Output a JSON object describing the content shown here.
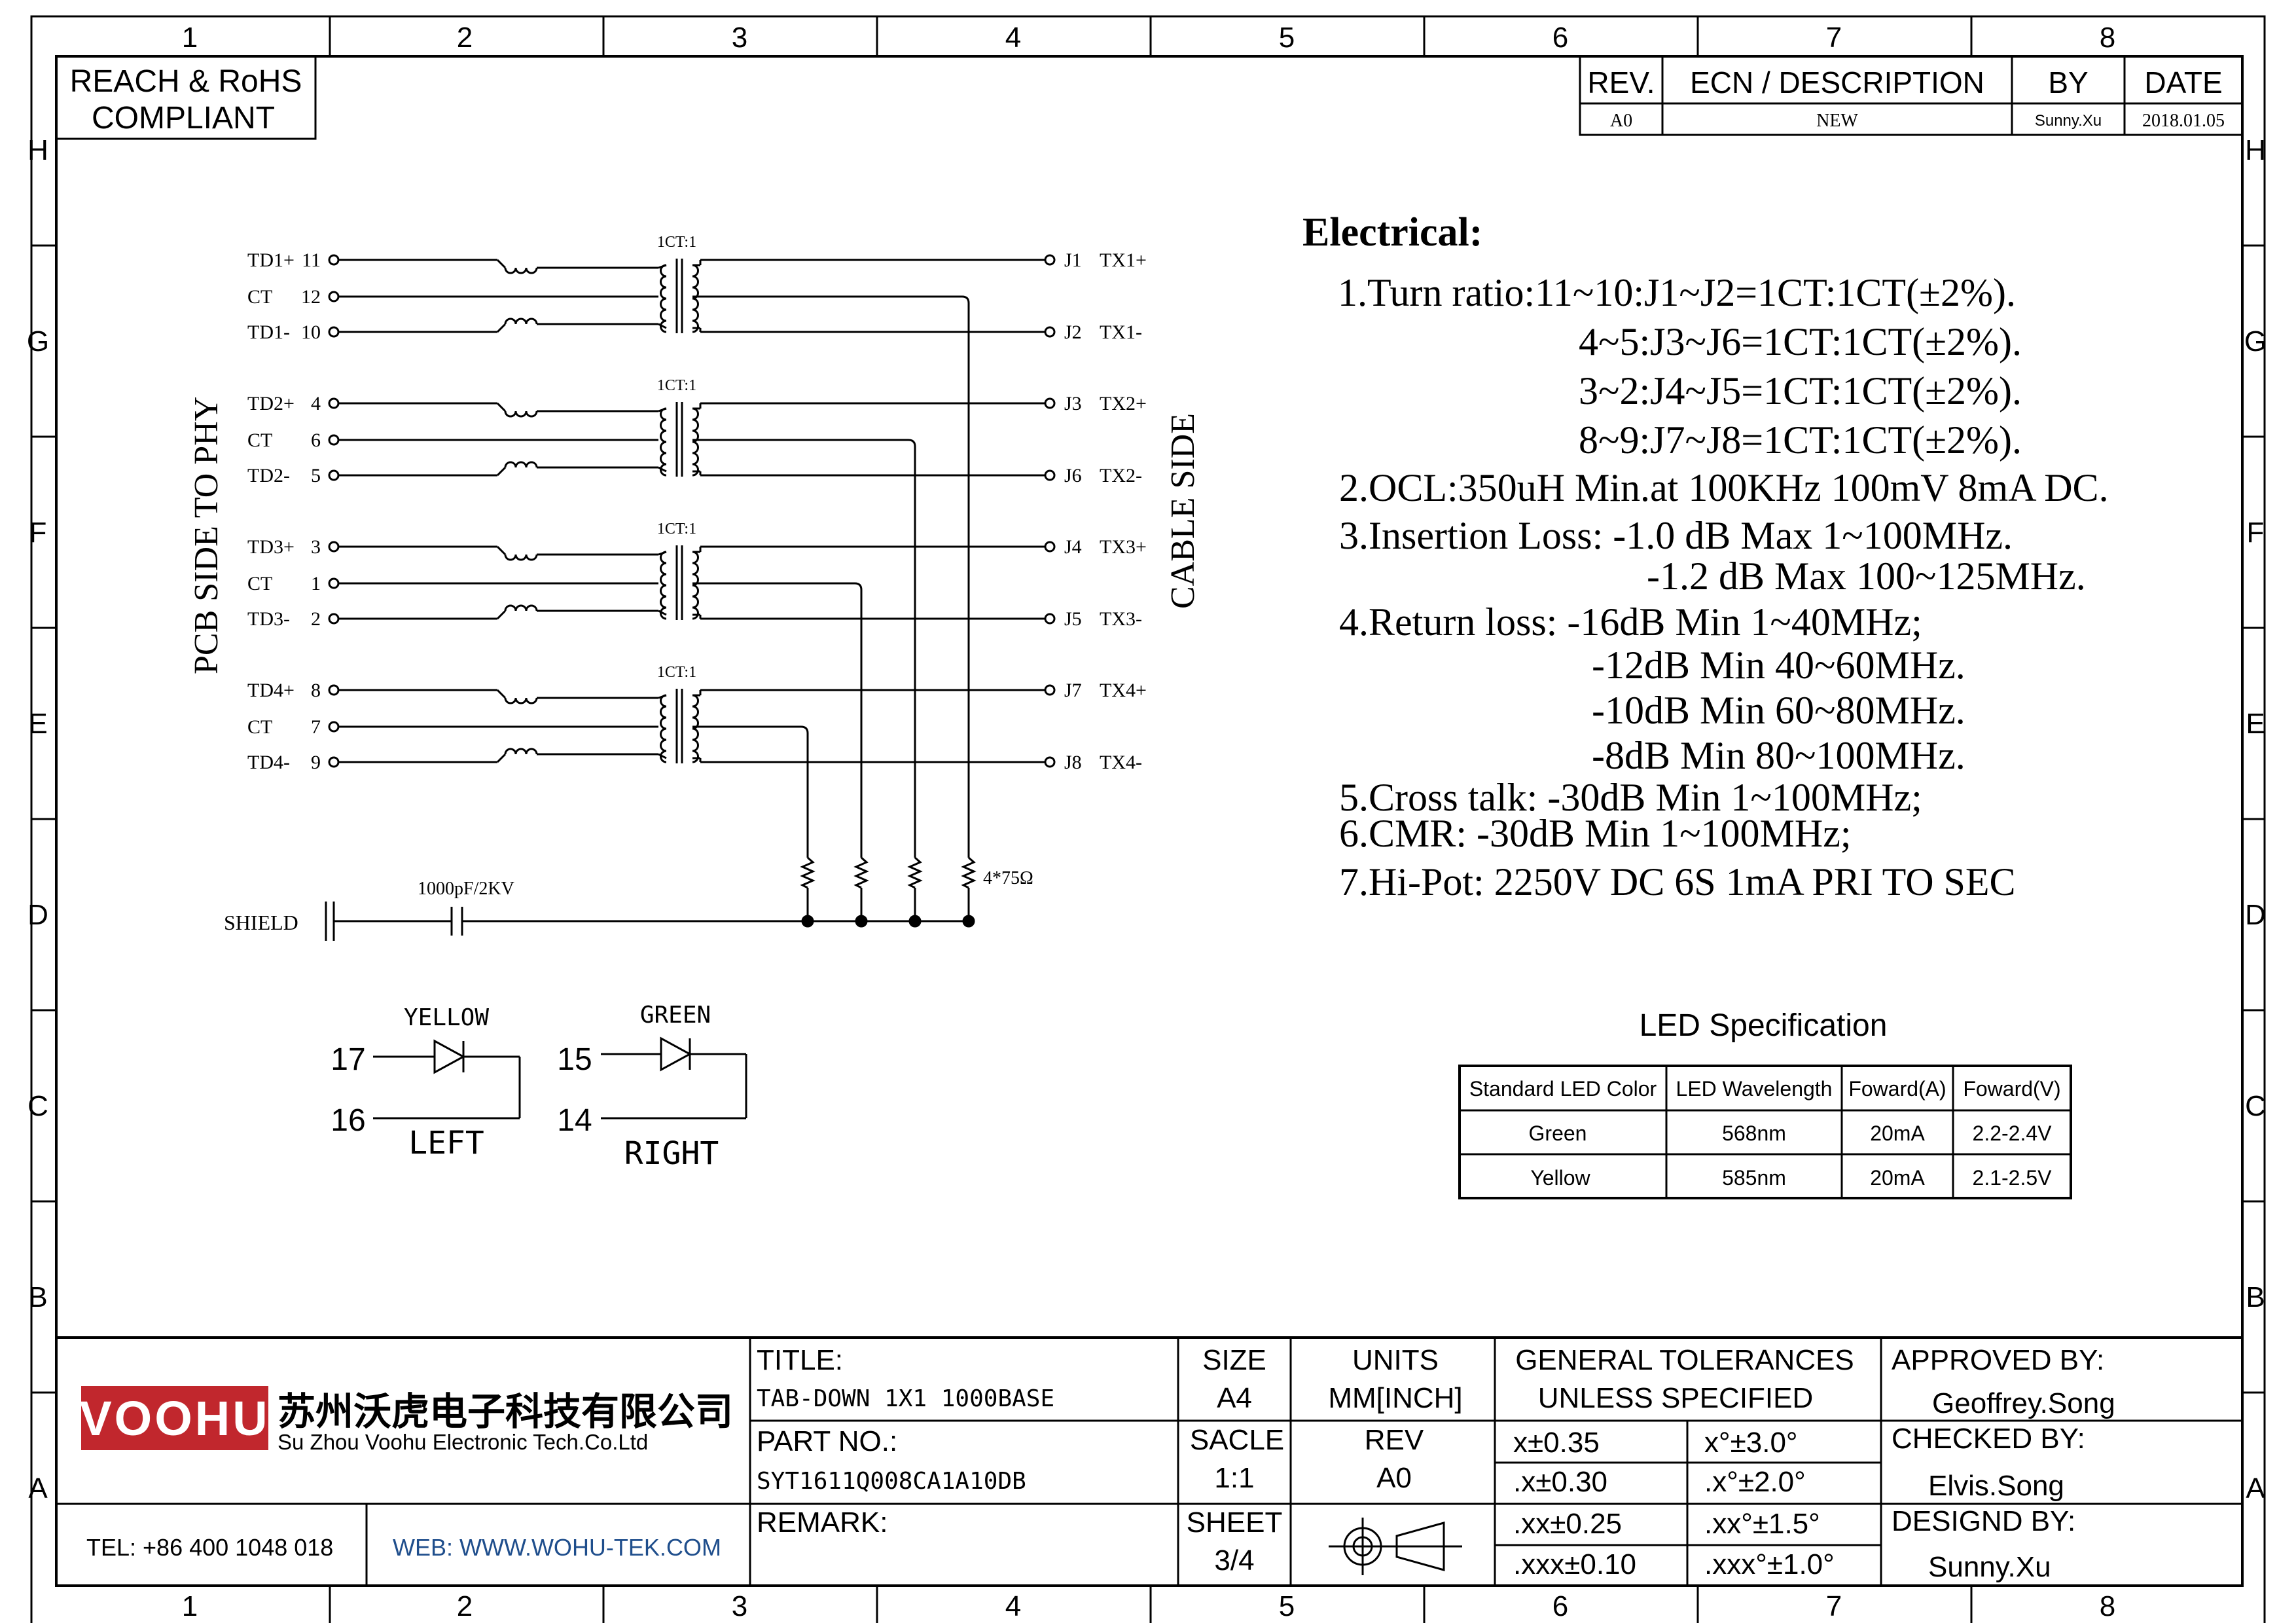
{
  "compliance": {
    "line1": "REACH & RoHS",
    "line2": "COMPLIANT"
  },
  "grid": {
    "columns": [
      "1",
      "2",
      "3",
      "4",
      "5",
      "6",
      "7",
      "8"
    ],
    "rows": [
      "H",
      "G",
      "F",
      "E",
      "D",
      "C",
      "B",
      "A"
    ]
  },
  "revision": {
    "headers": [
      "REV.",
      "ECN / DESCRIPTION",
      "BY",
      "DATE"
    ],
    "row": [
      "A0",
      "NEW",
      "Sunny.Xu",
      "2018.01.05"
    ]
  },
  "schematic": {
    "left_side_label": "PCB SIDE TO PHY",
    "right_side_label": "CABLE SIDE",
    "ratio_label": "1CT:1",
    "groups": [
      {
        "pins": [
          {
            "name": "TD1+",
            "num": "11"
          },
          {
            "name": "CT",
            "num": "12"
          },
          {
            "name": "TD1-",
            "num": "10"
          }
        ],
        "outs": [
          {
            "pin": "J1",
            "sig": "TX1+"
          },
          {
            "pin": "J2",
            "sig": "TX1-"
          }
        ]
      },
      {
        "pins": [
          {
            "name": "TD2+",
            "num": "4"
          },
          {
            "name": "CT",
            "num": "6"
          },
          {
            "name": "TD2-",
            "num": "5"
          }
        ],
        "outs": [
          {
            "pin": "J3",
            "sig": "TX2+"
          },
          {
            "pin": "J6",
            "sig": "TX2-"
          }
        ]
      },
      {
        "pins": [
          {
            "name": "TD3+",
            "num": "3"
          },
          {
            "name": "CT",
            "num": "1"
          },
          {
            "name": "TD3-",
            "num": "2"
          }
        ],
        "outs": [
          {
            "pin": "J4",
            "sig": "TX3+"
          },
          {
            "pin": "J5",
            "sig": "TX3-"
          }
        ]
      },
      {
        "pins": [
          {
            "name": "TD4+",
            "num": "8"
          },
          {
            "name": "CT",
            "num": "7"
          },
          {
            "name": "TD4-",
            "num": "9"
          }
        ],
        "outs": [
          {
            "pin": "J7",
            "sig": "TX4+"
          },
          {
            "pin": "J8",
            "sig": "TX4-"
          }
        ]
      }
    ],
    "resistor_label": "4*75Ω",
    "capacitor_label": "1000pF/2KV",
    "shield_label": "SHIELD"
  },
  "leds": {
    "left": {
      "color": "YELLOW",
      "pin_a": "17",
      "pin_b": "16",
      "side": "LEFT"
    },
    "right": {
      "color": "GREEN",
      "pin_a": "15",
      "pin_b": "14",
      "side": "RIGHT"
    }
  },
  "electrical": {
    "title": "Electrical:",
    "lines": [
      "1.Turn ratio:11~10:J1~J2=1CT:1CT(±2%).",
      "4~5:J3~J6=1CT:1CT(±2%).",
      "3~2:J4~J5=1CT:1CT(±2%).",
      "8~9:J7~J8=1CT:1CT(±2%).",
      "2.OCL:350uH Min.at 100KHz 100mV 8mA DC.",
      "3.Insertion Loss: -1.0 dB Max 1~100MHz.",
      "-1.2 dB Max 100~125MHz.",
      "4.Return loss: -16dB Min 1~40MHz;",
      "-12dB Min 40~60MHz.",
      "-10dB Min 60~80MHz.",
      "-8dB Min 80~100MHz.",
      "5.Cross talk: -30dB Min 1~100MHz;",
      "6.CMR: -30dB Min 1~100MHz;",
      "7.Hi-Pot: 2250V DC 6S 1mA PRI TO SEC"
    ]
  },
  "led_spec": {
    "title": "LED Specification",
    "headers": [
      "Standard LED Color",
      "LED Wavelength",
      "Foward(A)",
      "Foward(V)"
    ],
    "rows": [
      [
        "Green",
        "568nm",
        "20mA",
        "2.2-2.4V"
      ],
      [
        "Yellow",
        "585nm",
        "20mA",
        "2.1-2.5V"
      ]
    ]
  },
  "title_block": {
    "logo": "VOOHU",
    "company_cn": "苏州沃虎电子科技有限公司",
    "company_en": "Su Zhou Voohu Electronic Tech.Co.Ltd",
    "tel": "TEL: +86 400 1048 018",
    "web": "WEB: WWW.WOHU-TEK.COM",
    "title_label": "TITLE:",
    "title_value": "TAB-DOWN 1X1 1000BASE",
    "part_label": "PART NO.:",
    "part_value": "SYT1611Q008CA1A10DB",
    "remark_label": "REMARK:",
    "size_label": "SIZE",
    "size_value": "A4",
    "units_label": "UNITS",
    "units_value": "MM[INCH]",
    "scale_label": "SACLE",
    "scale_value": "1:1",
    "rev_label": "REV",
    "rev_value": "A0",
    "sheet_label": "SHEET",
    "sheet_value": "3/4",
    "tol_title1": "GENERAL TOLERANCES",
    "tol_title2": "UNLESS SPECIFIED",
    "tolerances": [
      [
        "x±0.35",
        "x°±3.0°"
      ],
      [
        ".x±0.30",
        ".x°±2.0°"
      ],
      [
        ".xx±0.25",
        ".xx°±1.5°"
      ],
      [
        ".xxx±0.10",
        ".xxx°±1.0°"
      ]
    ],
    "approved_label": "APPROVED BY:",
    "approved_value": "Geoffrey.Song",
    "checked_label": "CHECKED BY:",
    "checked_value": "Elvis.Song",
    "designed_label": "DESIGND BY:",
    "designed_value": "Sunny.Xu"
  },
  "colors": {
    "line": "#000000",
    "logo_red": "#c1272d",
    "web_blue": "#1f4e8c"
  }
}
